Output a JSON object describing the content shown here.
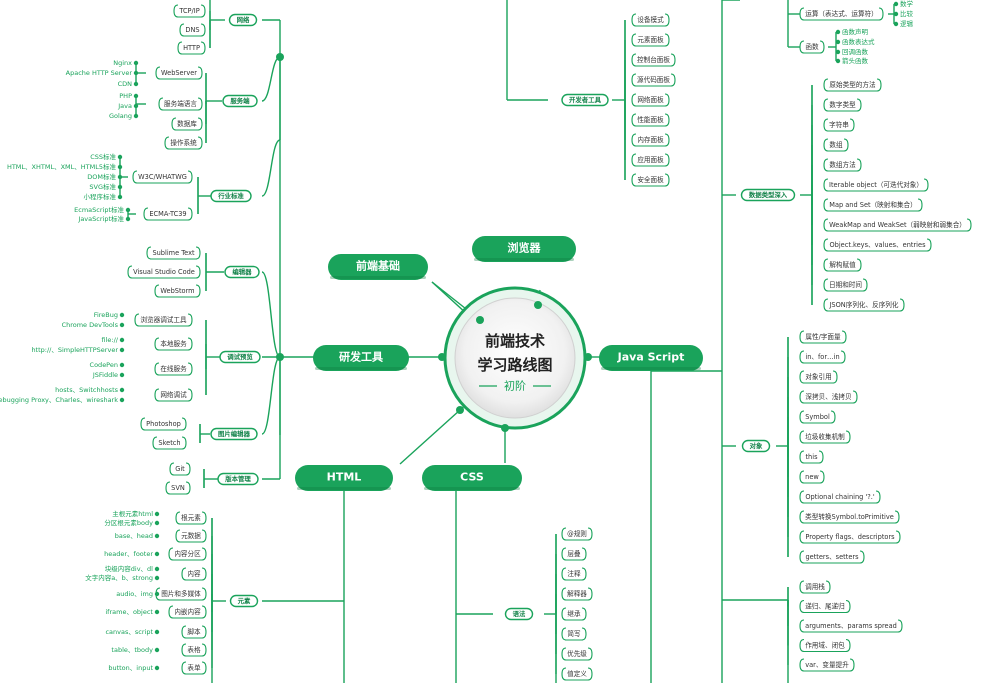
{
  "center": {
    "line1": "前端技术",
    "line2": "学习路线图",
    "sub": "初阶"
  },
  "colors": {
    "accent": "#1aa35b",
    "dark": "#13834a",
    "pill_text": "#ffffff",
    "node_text": "#333333"
  },
  "top_left_clusters": {
    "network": {
      "label": "网络",
      "items": [
        "TCP/IP",
        "DNS",
        "HTTP"
      ]
    },
    "server": {
      "label": "服务端",
      "items": [
        "WebServer",
        "服务端语言",
        "数据库",
        "操作系统"
      ],
      "webserver_leaves": [
        "Nginx",
        "Apache HTTP Server",
        "CDN"
      ],
      "lang_leaves": [
        "PHP",
        "Java",
        "Golang"
      ]
    },
    "standards": {
      "label": "行业标准",
      "items": [
        "W3C/WHATWG",
        "ECMA-TC39"
      ],
      "w3c_leaves": [
        "CSS标准",
        "HTML、XHTML、XML、HTML5标准",
        "DOM标准",
        "SVG标准",
        "小程序标准"
      ],
      "ecma_leaves": [
        "EcmaScript标准",
        "JavaScript标准"
      ]
    }
  },
  "dev_tools_clusters": {
    "editor": {
      "label": "编辑器",
      "items": [
        "Sublime Text",
        "Visual Studio Code",
        "WebStorm"
      ]
    },
    "debug": {
      "label": "调试预览",
      "items": [
        "浏览器调试工具",
        "本地服务",
        "在线服务",
        "网络调试"
      ],
      "browser_leaves": [
        "FireBug",
        "Chrome DevTools"
      ],
      "local_leaves": [
        "file://",
        "http://、SimpleHTTPServer"
      ],
      "online_leaves": [
        "CodePen",
        "JSFiddle"
      ],
      "net_leaves": [
        "hosts、Switchhosts",
        "Debugging Proxy、Charles、wireshark"
      ]
    },
    "image": {
      "label": "图片编辑器",
      "items": [
        "Photoshop",
        "Sketch"
      ]
    },
    "vcs": {
      "label": "版本管理",
      "items": [
        "Git",
        "SVN"
      ]
    }
  },
  "html_cluster": {
    "label": "元素",
    "items": [
      "根元素",
      "元数据",
      "内容分区",
      "内容",
      "图片和多媒体",
      "内嵌内容",
      "脚本",
      "表格",
      "表单"
    ],
    "leaves": [
      "主根元素html",
      "分区根元素body",
      "base、head",
      "header、footer",
      "块级内容div、dl",
      "文字内容a、b、strong",
      "audio、img",
      "iframe、object",
      "canvas、script",
      "table、tbody",
      "button、input"
    ]
  },
  "browser_cluster": {
    "label": "开发者工具",
    "items": [
      "设备模式",
      "元素面板",
      "控制台面板",
      "源代码面板",
      "网络面板",
      "性能面板",
      "内存面板",
      "应用面板",
      "安全面板"
    ]
  },
  "css_cluster": {
    "label": "语法",
    "items": [
      "@规则",
      "层叠",
      "注释",
      "解释器",
      "继承",
      "简写",
      "优先级",
      "值定义"
    ]
  },
  "js_top": {
    "items": [
      "运算（表达式、运算符）",
      "函数"
    ],
    "op_leaves": [
      "数学",
      "比较",
      "逻辑"
    ],
    "fn_leaves": [
      "函数声明",
      "函数表达式",
      "回调函数",
      "箭头函数"
    ]
  },
  "js_types": {
    "label": "数据类型深入",
    "items": [
      "原始类型的方法",
      "数字类型",
      "字符串",
      "数组",
      "数组方法",
      "Iterable object（可迭代对象）",
      "Map and Set（映射和集合）",
      "WeakMap and WeakSet（弱映射和弱集合）",
      "Object.keys、values、entries",
      "解构赋值",
      "日期和时间",
      "JSON序列化、反序列化"
    ]
  },
  "js_object": {
    "label": "对象",
    "items": [
      "属性/字面量",
      "in、for…in",
      "对象引用",
      "深拷贝、浅拷贝",
      "Symbol",
      "垃圾收集机制",
      "this",
      "new",
      "Optional chaining '?.'",
      "类型转换Symbol.toPrimitive",
      "Property flags、descriptors",
      "getters、setters"
    ]
  },
  "js_func": {
    "items": [
      "调用栈",
      "递归、尾递归",
      "arguments、params spread",
      "作用域、闭包",
      "var、变量提升"
    ]
  },
  "main": {
    "frontend": "前端基础",
    "browser": "浏览器",
    "devtools": "研发工具",
    "javascript": "Java Script",
    "html": "HTML",
    "css": "CSS"
  }
}
